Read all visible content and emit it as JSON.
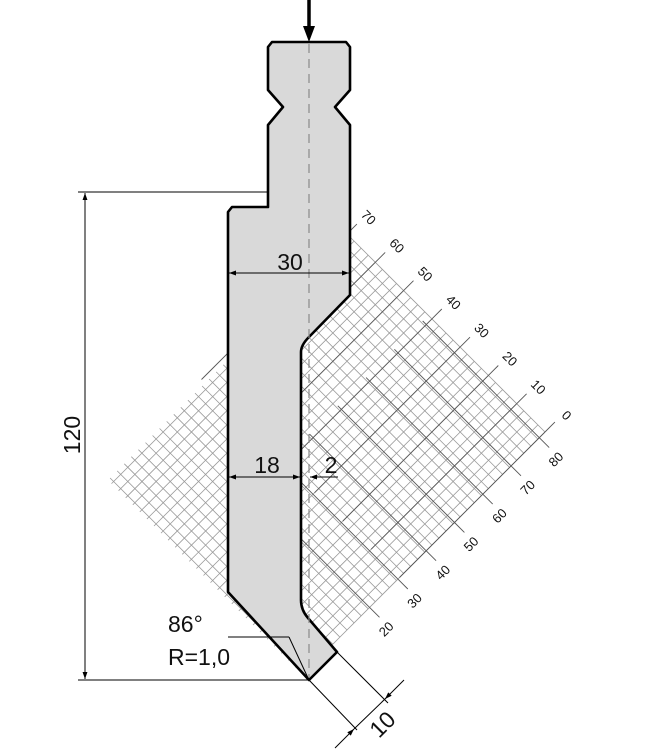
{
  "drawing": {
    "dimensions": {
      "width_top": "30",
      "width_blade": "18",
      "offset": "2",
      "height": "120",
      "tip_offset": "10",
      "angle": "86°",
      "radius": "R=1,0"
    },
    "grid": {
      "upper_axis_labels": [
        "0",
        "10",
        "20",
        "30",
        "40",
        "50",
        "60",
        "70"
      ],
      "lower_axis_labels": [
        "20",
        "30",
        "40",
        "50",
        "60",
        "70",
        "80"
      ]
    },
    "colors": {
      "punch_fill": "#d9d9d9",
      "outline": "#000000",
      "grid_line": "#9a9a9a",
      "grid_major": "#555555",
      "centerline": "#8a8a8a"
    }
  }
}
